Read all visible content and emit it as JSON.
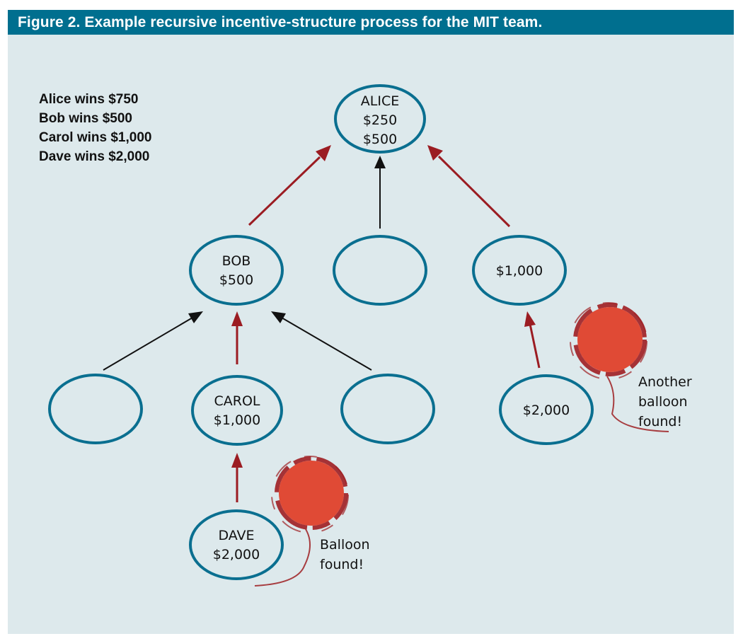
{
  "figure": {
    "title": "Figure 2. Example recursive incentive-structure process for the MIT team."
  },
  "legend": [
    "Alice wins $750",
    "Bob wins $500",
    "Carol wins $1,000",
    "Dave wins $2,000"
  ],
  "nodes": {
    "alice": [
      "ALICE",
      "$250",
      "$500"
    ],
    "bob": [
      "BOB",
      "$500"
    ],
    "middle_empty": [],
    "right": [
      "$1,000"
    ],
    "left_empty": [],
    "carol": [
      "CAROL",
      "$1,000"
    ],
    "carol_right_empty": [],
    "right_child": [
      "$2,000"
    ],
    "dave": [
      "DAVE",
      "$2,000"
    ]
  },
  "notes": {
    "balloon_found": [
      "Balloon",
      "found!"
    ],
    "another_balloon_found": [
      "Another",
      "balloon",
      "found!"
    ]
  },
  "colors": {
    "header_bg": "#006f8f",
    "panel_bg": "#dde9ec",
    "node_stroke": "#0a6f90",
    "winning_arrow": "#9b1c22",
    "plain_arrow": "#111111",
    "balloon": "#e04a35",
    "balloon_edge": "#9e1e22"
  }
}
